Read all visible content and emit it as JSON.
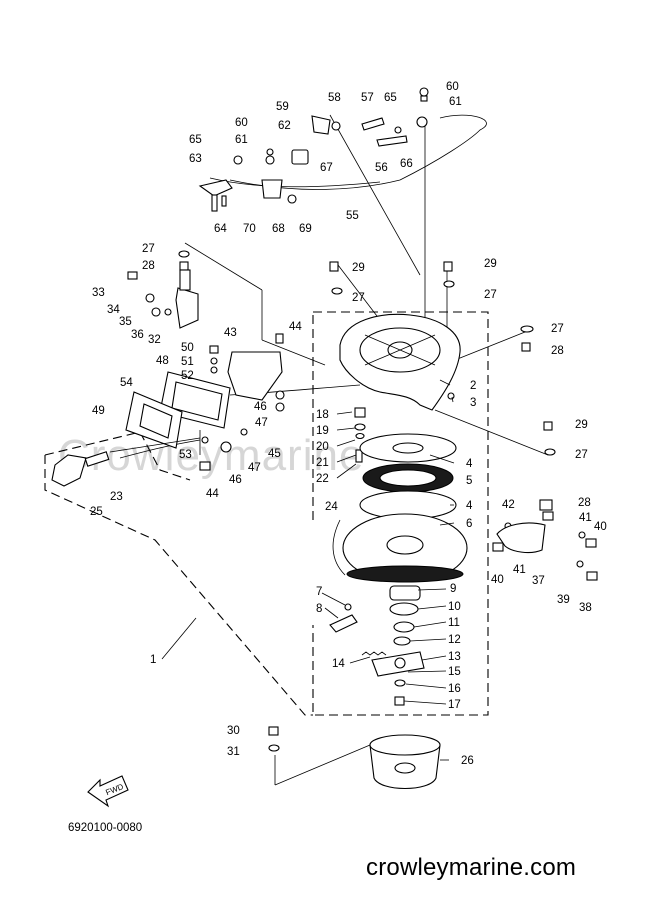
{
  "diagram": {
    "drawing_number": "6920100-0080",
    "watermark": "Crowleymarine",
    "footer_brand": "crowleymarine.com",
    "fwd_label": "FWD"
  },
  "callouts": [
    "1",
    "2",
    "3",
    "4",
    "4",
    "5",
    "6",
    "7",
    "8",
    "9",
    "10",
    "11",
    "12",
    "13",
    "14",
    "15",
    "16",
    "17",
    "18",
    "19",
    "20",
    "21",
    "22",
    "23",
    "24",
    "25",
    "26",
    "27",
    "27",
    "27",
    "27",
    "27",
    "28",
    "28",
    "28",
    "29",
    "29",
    "29",
    "30",
    "31",
    "32",
    "33",
    "34",
    "35",
    "36",
    "37",
    "38",
    "39",
    "40",
    "40",
    "41",
    "41",
    "42",
    "43",
    "44",
    "44",
    "45",
    "46",
    "46",
    "47",
    "47",
    "48",
    "49",
    "50",
    "51",
    "52",
    "53",
    "54",
    "55",
    "56",
    "57",
    "58",
    "59",
    "60",
    "60",
    "61",
    "61",
    "62",
    "63",
    "64",
    "65",
    "65",
    "66",
    "67",
    "68",
    "69",
    "70"
  ]
}
